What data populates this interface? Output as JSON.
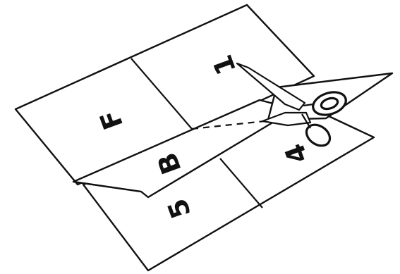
{
  "diagram": {
    "panel_labels": {
      "top_left": "F",
      "top_right": "1",
      "middle_left": "B",
      "middle_right": "4",
      "bottom_left": "5"
    },
    "colors": {
      "line": "#111111",
      "paper": "#ffffff",
      "background": "#ffffff"
    },
    "icons": [
      "scissors-icon"
    ]
  }
}
